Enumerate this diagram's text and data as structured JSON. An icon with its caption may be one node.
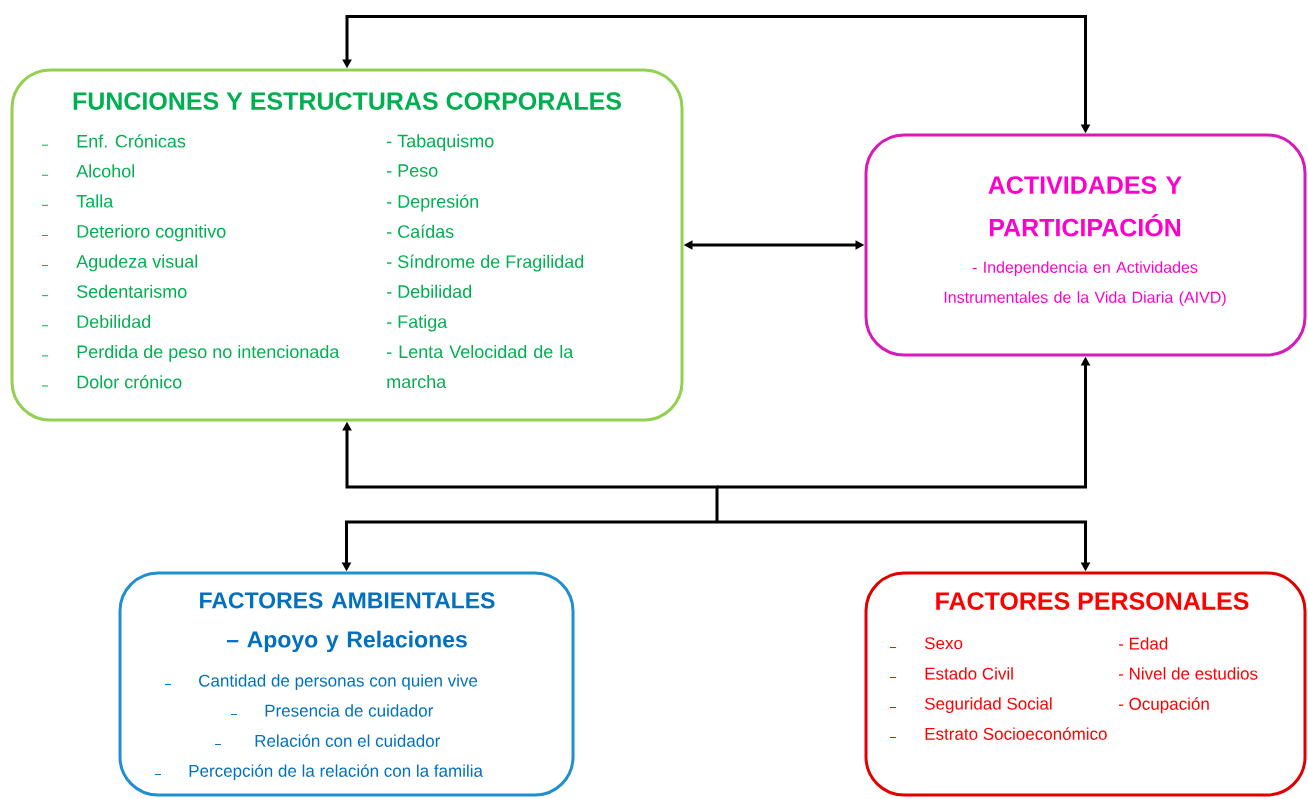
{
  "diagram": {
    "nodes": [
      {
        "text": [
          "FUNCIONES Y ESTRUCTURAS CORPORALES",
          "Enf. Crónicas",
          "Alcohol",
          "Talla",
          "Deterioro cognitivo",
          "Agudeza visual",
          "Sedentarismo",
          "Debilidad",
          "Perdida de peso no intencionada",
          "Dolor crónico",
          "- Tabaquismo",
          "- Peso",
          "- Depresión",
          "- Caídas",
          "- Síndrome de Fragilidad",
          "- Debilidad",
          "- Fatiga",
          "- Lenta Velocidad de la marcha"
        ]
      },
      {
        "text": [
          "ACTIVIDADES Y PARTICIPACIÓN",
          "- Independencia en Actividades Instrumentales de la Vida Diaria (AIVD)"
        ]
      },
      {
        "text": [
          "FACTORES AMBIENTALES – Apoyo y Relaciones",
          "Cantidad de personas con quien vive",
          "Presencia de cuidador",
          "Relación con el cuidador",
          "Percepción de la relación con la familia"
        ]
      },
      {
        "text": [
          "FACTORES PERSONALES",
          "Sexo",
          "Estado Civil",
          "Seguridad Social",
          "Estrato Socioeconómico",
          "- Edad",
          "- Nivel de estudios",
          "- Ocupación"
        ]
      }
    ],
    "edges": [
      {
        "from": 0,
        "to": 1,
        "arrow": "both"
      },
      {
        "from": 0,
        "to": 1,
        "arrow": "both"
      },
      {
        "from": null,
        "to": 0,
        "arrow": "to"
      },
      {
        "from": null,
        "to": 1,
        "arrow": "to"
      },
      {
        "from": null,
        "to": 2,
        "arrow": "to"
      },
      {
        "from": null,
        "to": 3,
        "arrow": "to"
      }
    ]
  }
}
